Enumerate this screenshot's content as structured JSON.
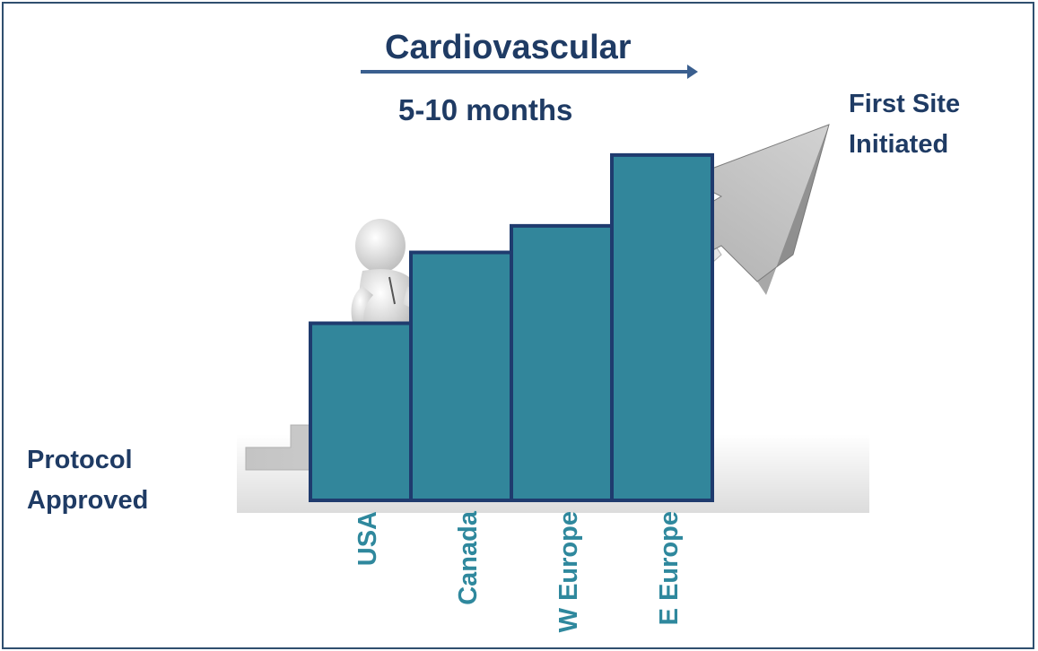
{
  "title": "Cardiovascular",
  "duration_label": "5-10 months",
  "start_label": [
    "Protocol",
    "Approved"
  ],
  "end_label": [
    "First Site",
    "Initiated"
  ],
  "illustration": {
    "icon": "person-climbing-stairs-arrow-icon"
  },
  "colors": {
    "bar_fill": "#32869b",
    "bar_stroke": "#1f3b6e",
    "label_color": "#2f889d",
    "title_color": "#1f3b64",
    "arrow_color": "#3a5f8f"
  },
  "chart_data": {
    "type": "bar",
    "categories": [
      "USA",
      "Canada",
      "W Europe",
      "E Europe"
    ],
    "values": [
      1,
      1.4,
      1.55,
      1.95
    ],
    "title": "Cardiovascular",
    "xlabel": "",
    "ylabel": "",
    "ylim": [
      0,
      2
    ],
    "grid": false,
    "legend": "none"
  }
}
